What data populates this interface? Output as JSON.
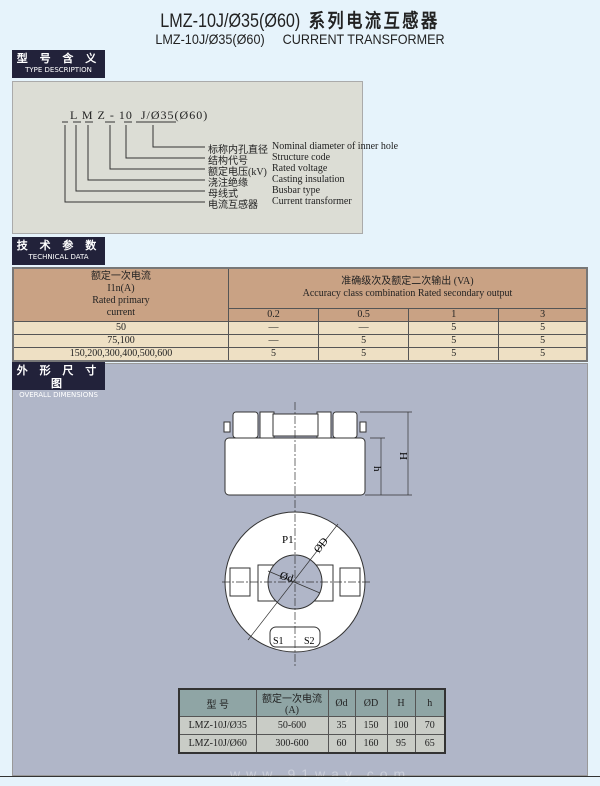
{
  "title": {
    "model": "LMZ-10J/Ø35(Ø60)",
    "cn": "系列电流互感器",
    "model_en": "LMZ-10J/Ø35(Ø60)",
    "en": "CURRENT TRANSFORMER"
  },
  "type_section": {
    "cn": "型 号 含 义",
    "en": "TYPE DESCRIPTION",
    "code": "L M Z - 10  J/Ø35(Ø60)",
    "items": [
      {
        "cn": "标称内孔直径",
        "en": "Nominal diameter of inner hole"
      },
      {
        "cn": "结构代号",
        "en": "Structure code"
      },
      {
        "cn": "额定电压(kV)",
        "en": "Rated voltage"
      },
      {
        "cn": "浇注绝缘",
        "en": "Casting insulation"
      },
      {
        "cn": "母线式",
        "en": "Busbar type"
      },
      {
        "cn": "电流互感器",
        "en": "Current transformer"
      }
    ]
  },
  "tech_section": {
    "cn": "技 术 参 数",
    "en": "TECHNICAL DATA",
    "col1": {
      "cn": "额定一次电流",
      "sym": "I1n(A)",
      "en1": "Rated primary",
      "en2": "current"
    },
    "group": {
      "cn": "准确级次及额定二次输出 (VA)",
      "en": "Accuracy class combination Rated secondary output"
    },
    "classes": [
      "0.2",
      "0.5",
      "1",
      "3"
    ],
    "rows": [
      {
        "current": "50",
        "values": [
          "—",
          "—",
          "5",
          "5"
        ]
      },
      {
        "current": "75,100",
        "values": [
          "—",
          "5",
          "5",
          "5"
        ]
      },
      {
        "current": "150,200,300,400,500,600",
        "values": [
          "5",
          "5",
          "5",
          "5"
        ]
      }
    ]
  },
  "dim_section": {
    "cn": "外 形 尺 寸 图",
    "en": "OVERALL DIMENSIONS",
    "labels": {
      "P1": "P1",
      "D": "ØD",
      "d": "Ød",
      "S1": "S1",
      "S2": "S2",
      "H": "H",
      "h": "h"
    },
    "headers": [
      "型 号",
      "额定一次电流(A)",
      "Ød",
      "ØD",
      "H",
      "h"
    ],
    "rows": [
      [
        "LMZ-10J/Ø35",
        "50-600",
        "35",
        "150",
        "100",
        "70"
      ],
      [
        "LMZ-10J/Ø60",
        "300-600",
        "60",
        "160",
        "95",
        "65"
      ]
    ]
  },
  "watermark": "www.91way.com"
}
